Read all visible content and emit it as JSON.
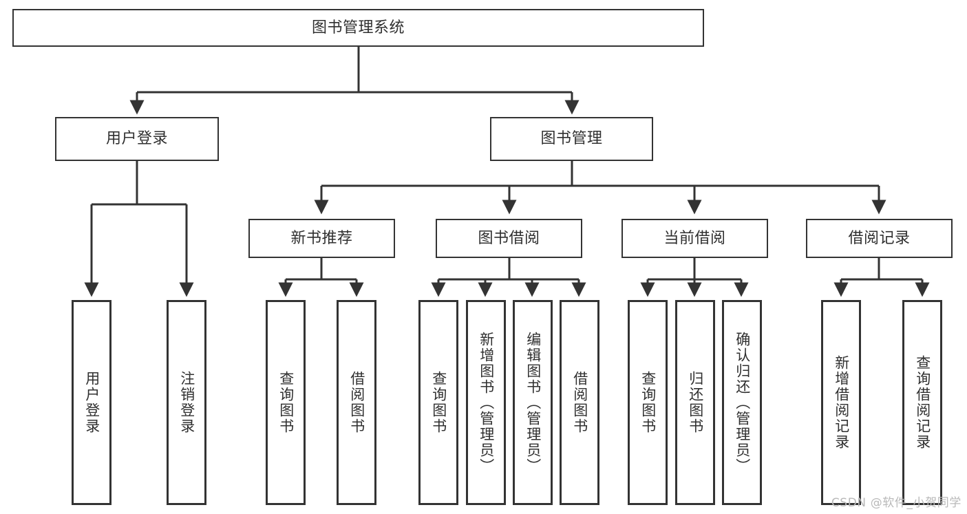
{
  "diagram": {
    "type": "tree",
    "title": "图书管理系统",
    "watermark": "CSDN @软件_小贺同学",
    "colors": {
      "background": "#ffffff",
      "stroke": "#333333",
      "text": "#2f2f2f",
      "watermark": "#b9b9b9"
    },
    "nodes": {
      "root": {
        "label": "图书管理系统"
      },
      "level2": [
        {
          "id": "user-login",
          "label": "用户登录"
        },
        {
          "id": "book-manage",
          "label": "图书管理"
        }
      ],
      "level3": [
        {
          "id": "new-book-rec",
          "label": "新书推荐"
        },
        {
          "id": "book-borrow",
          "label": "图书借阅"
        },
        {
          "id": "current-borrow",
          "label": "当前借阅"
        },
        {
          "id": "borrow-record",
          "label": "借阅记录"
        }
      ],
      "leaves": {
        "user-login": [
          {
            "id": "leaf-user-login",
            "label": "用户登录"
          },
          {
            "id": "leaf-logout",
            "label": "注销登录"
          }
        ],
        "new-book-rec": [
          {
            "id": "leaf-query-book-1",
            "label": "查询图书"
          },
          {
            "id": "leaf-borrow-book-1",
            "label": "借阅图书"
          }
        ],
        "book-borrow": [
          {
            "id": "leaf-query-book-2",
            "label": "查询图书"
          },
          {
            "id": "leaf-add-book",
            "label": "新增图书（管理员）"
          },
          {
            "id": "leaf-edit-book",
            "label": "编辑图书（管理员）"
          },
          {
            "id": "leaf-borrow-book-2",
            "label": "借阅图书"
          }
        ],
        "current-borrow": [
          {
            "id": "leaf-query-book-3",
            "label": "查询图书"
          },
          {
            "id": "leaf-return-book",
            "label": "归还图书"
          },
          {
            "id": "leaf-confirm-return",
            "label": "确认归还（管理员）"
          }
        ],
        "borrow-record": [
          {
            "id": "leaf-add-record",
            "label": "新增借阅记录"
          },
          {
            "id": "leaf-query-record",
            "label": "查询借阅记录"
          }
        ]
      }
    }
  }
}
